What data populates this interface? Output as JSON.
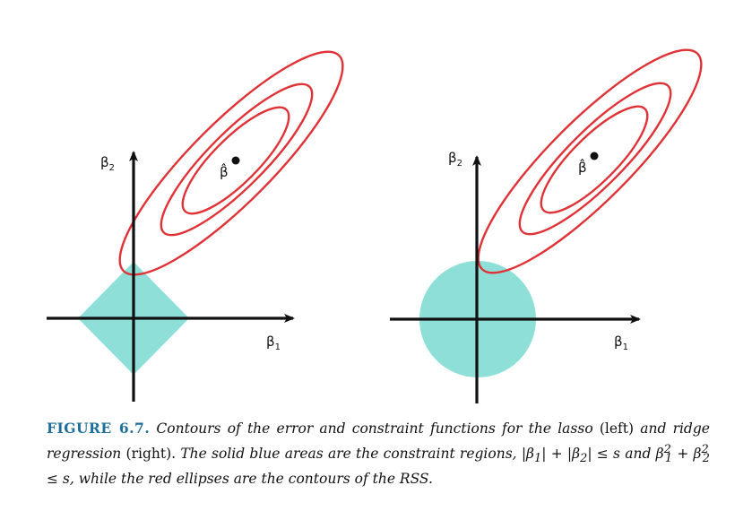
{
  "figure": {
    "label": "FIGURE 6.7.",
    "caption_parts": {
      "p1": "Contours of the error and constraint functions for the lasso",
      "p2": "(left)",
      "p3": "and ridge regression",
      "p4": "(right).",
      "p5": "The solid blue areas are the constraint regions,",
      "p6": "|β",
      "p7": "1",
      "p8": "| + |β",
      "p9": "2",
      "p10": "| ≤ s",
      "p11": "and",
      "p12": "β",
      "p13": "2",
      "p14": "1",
      "p15": " + β",
      "p16": "2",
      "p17": "2",
      "p18": " ≤ s,",
      "p19": "while the red ellipses are the contours of the RSS."
    }
  },
  "panels": [
    {
      "name": "lasso",
      "position": "left",
      "constraint_shape": "diamond",
      "x_axis_label": "β",
      "x_axis_sub": "1",
      "y_axis_label": "β",
      "y_axis_sub": "2",
      "estimate_label": "β̂"
    },
    {
      "name": "ridge",
      "position": "right",
      "constraint_shape": "circle",
      "x_axis_label": "β",
      "x_axis_sub": "1",
      "y_axis_label": "β",
      "y_axis_sub": "2",
      "estimate_label": "β̂"
    }
  ],
  "colors": {
    "constraint_fill": "#8ddfd8",
    "contour_stroke": "#e03236",
    "axis": "#111111",
    "figure_label": "#1f6f9a"
  }
}
